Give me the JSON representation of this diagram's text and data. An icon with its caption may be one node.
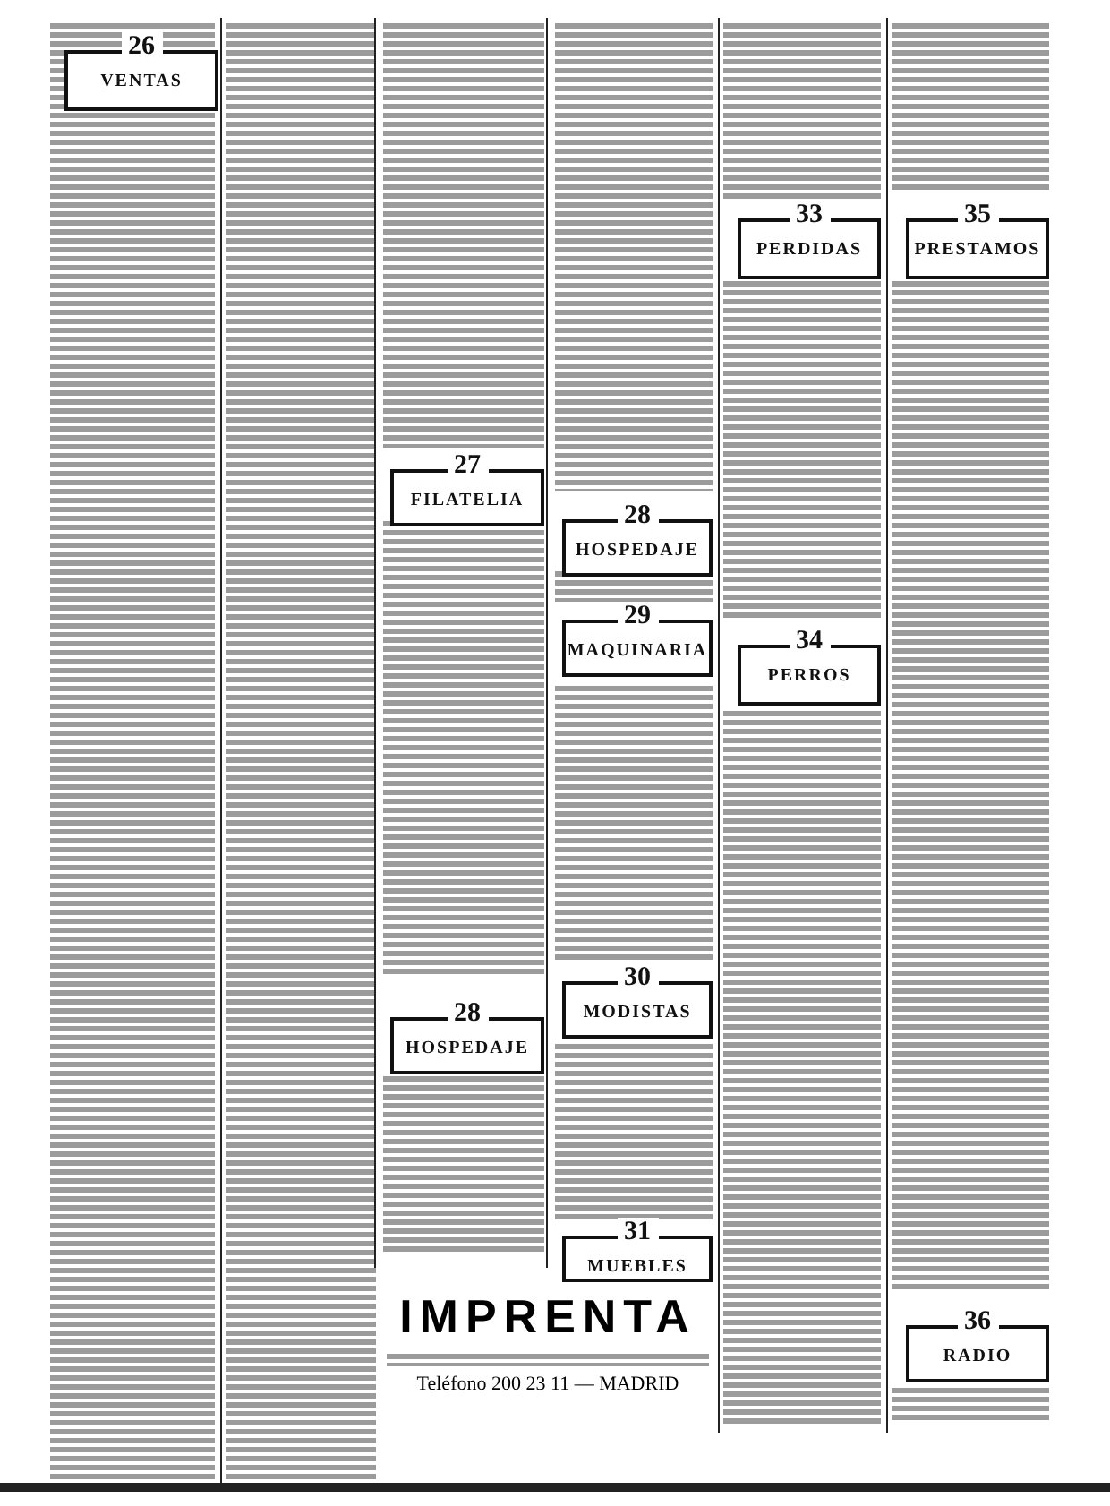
{
  "diagram": {
    "nodes": [
      {
        "text": [
          "26",
          "VENTAS"
        ]
      },
      {
        "text": [
          "33",
          "PERDIDAS"
        ]
      },
      {
        "text": [
          "35",
          "PRESTAMOS"
        ]
      },
      {
        "text": [
          "27",
          "FILATELIA"
        ]
      },
      {
        "text": [
          "28",
          "HOSPEDAJE"
        ]
      },
      {
        "text": [
          "29",
          "MAQUINARIA"
        ]
      },
      {
        "text": [
          "34",
          "PERROS"
        ]
      },
      {
        "text": [
          "30",
          "MODISTAS"
        ]
      },
      {
        "text": [
          "28",
          "HOSPEDAJE"
        ]
      },
      {
        "text": [
          "31",
          "MUEBLES"
        ]
      },
      {
        "text": [
          "36",
          "RADIO"
        ]
      }
    ],
    "labels": [
      "IMPRENTA",
      "Teléfono 200 23 11 — MADRID"
    ]
  }
}
